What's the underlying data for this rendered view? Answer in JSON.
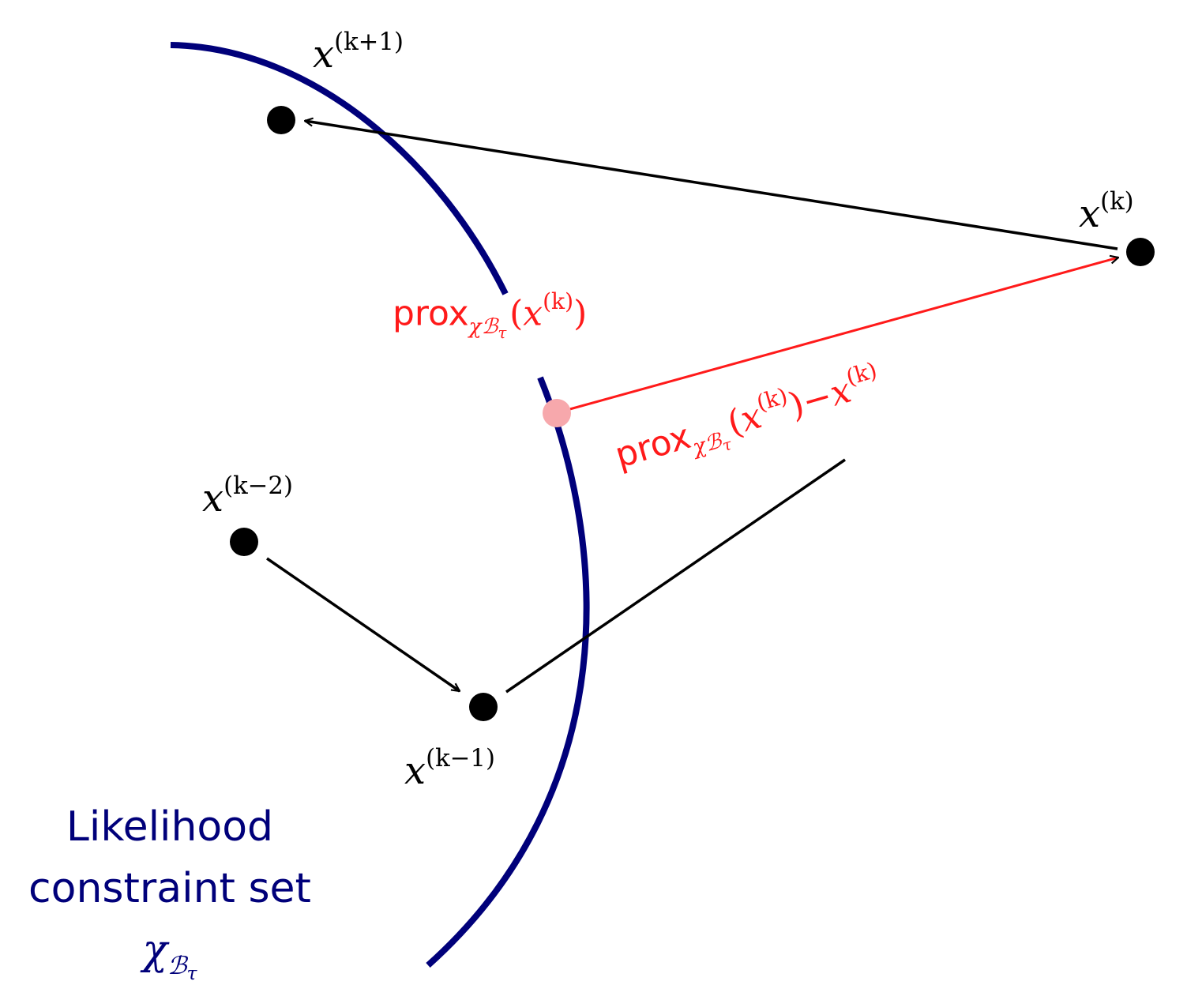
{
  "colors": {
    "boundary": "#00007a",
    "projection": "#ff1a1a",
    "proj_point": "#f7a8ac",
    "iterate": "#000000"
  },
  "points": {
    "x_k_plus_1": {
      "base": "x",
      "sup": "(k+1)"
    },
    "x_k": {
      "base": "x",
      "sup": "(k)"
    },
    "x_k_minus_2": {
      "base": "x",
      "sup": "(k−2)"
    },
    "x_k_minus_1": {
      "base": "x",
      "sup": "(k−1)"
    }
  },
  "proj_label": {
    "op": "prox",
    "sub_chi": "χ",
    "sub_b": "ℬ",
    "sub_tau": "τ",
    "lparen": "(",
    "rparen": ")",
    "arg": "x",
    "arg_sup": "(k)"
  },
  "step_label": {
    "op": "prox",
    "sub_chi": "χ",
    "sub_b": "ℬ",
    "sub_tau": "τ",
    "lparen": "(",
    "rparen": ")",
    "arg": "x",
    "arg_sup": "(k)",
    "minus": "−",
    "rhs": "x",
    "rhs_sup": "(k)"
  },
  "constraint": {
    "line1": "Likelihood",
    "line2": "constraint set",
    "sym_chi": "χ",
    "sym_b": "ℬ",
    "sym_tau": "τ"
  }
}
